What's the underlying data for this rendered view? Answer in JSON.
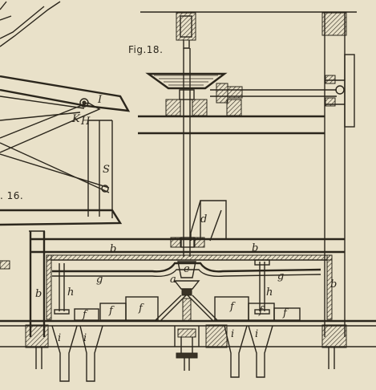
{
  "figure_title": "Fig.18.",
  "partial_caption": ". 16.",
  "labels": {
    "I": "I",
    "K": "K",
    "H": "H",
    "S": "S",
    "d": "d",
    "b": "b",
    "g": "g",
    "h": "h",
    "e": "e",
    "a": "a",
    "f": "f",
    "i": "i"
  },
  "colors": {
    "paper": "#e9e1c9",
    "ink": "#2b261c"
  }
}
